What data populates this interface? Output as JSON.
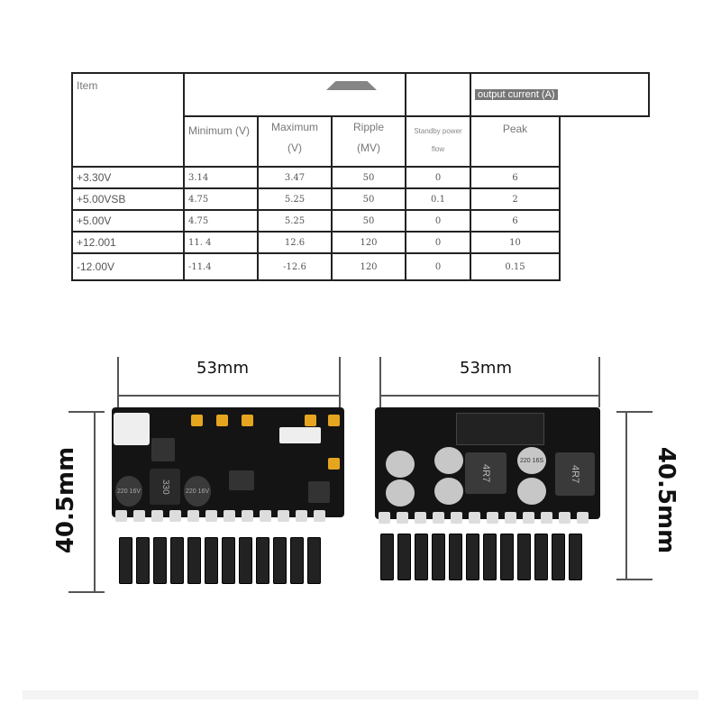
{
  "table": {
    "headers": {
      "item": "Item",
      "minimum": "Minimum (V)",
      "maximum_1": "Maximum",
      "maximum_2": "(V)",
      "ripple_1": "Ripple",
      "ripple_2": "(MV)",
      "output_current": "output current (A)",
      "standby_1": "Standby power",
      "standby_2": "flow",
      "peak": "Peak"
    },
    "rows": [
      {
        "item": "+3.30V",
        "min": "3.14",
        "max": "3.47",
        "ripple": "50",
        "standby": "0",
        "peak": "6"
      },
      {
        "item": "+5.00VSB",
        "min": "4.75",
        "max": "5.25",
        "ripple": "50",
        "standby": "0.1",
        "peak": "2"
      },
      {
        "item": "+5.00V",
        "min": "4.75",
        "max": "5.25",
        "ripple": "50",
        "standby": "0",
        "peak": "6"
      },
      {
        "item": "+12.001",
        "min": "11. 4",
        "max": "12.6",
        "ripple": "120",
        "standby": "0",
        "peak": "10"
      },
      {
        "item": "-12.00V",
        "min": "-11.4",
        "max": "-12.6",
        "ripple": "120",
        "standby": "0",
        "peak": "0.15"
      }
    ]
  },
  "dimensions": {
    "left_width": "53mm",
    "right_width": "53mm",
    "left_height": "40.5mm",
    "right_height": "40.5mm"
  },
  "components": {
    "inductor_left": "330",
    "cap_left_a": "220 16V",
    "cap_left_b": "220 16V",
    "cap_right": "220 16S",
    "inductor_right": "4R7"
  }
}
